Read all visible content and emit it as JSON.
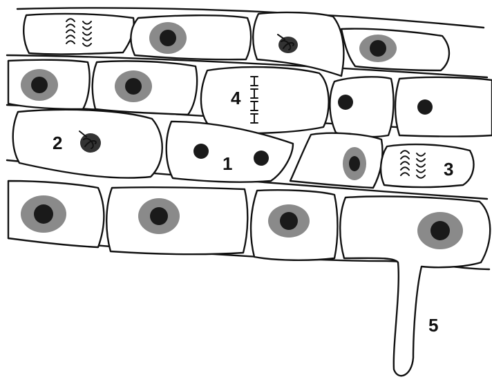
{
  "colors": {
    "outline": "#111111",
    "cell_fill": "#ffffff",
    "nucleus_ring": "#8a8a8a",
    "nucleus_core": "#1a1a1a"
  },
  "labels": {
    "l1": "1",
    "l2": "2",
    "l3": "3",
    "l4": "4",
    "l5": "5"
  }
}
